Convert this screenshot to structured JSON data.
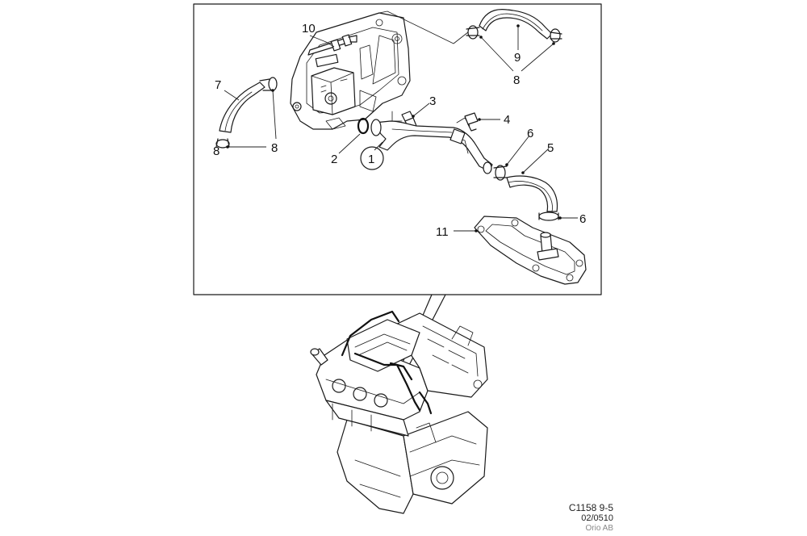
{
  "callouts": {
    "c1": "1",
    "c2": "2",
    "c3": "3",
    "c4": "4",
    "c5": "5",
    "c6a": "6",
    "c6b": "6",
    "c7": "7",
    "c8a": "8",
    "c8b": "8",
    "c8c": "8",
    "c9": "9",
    "c10": "10",
    "c11": "11"
  },
  "reference": {
    "code": "C1158 9-5",
    "date": "02/0510",
    "publisher": "Orio AB"
  },
  "colors": {
    "ink": "#1a1a1a",
    "background": "#ffffff",
    "watermark": "#888888"
  }
}
